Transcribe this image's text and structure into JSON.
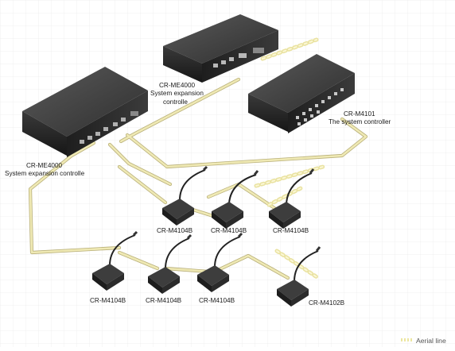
{
  "devices": {
    "expansion_top": {
      "model": "CR-ME4000",
      "desc_line1": "System expansion",
      "desc_line2": "controlle"
    },
    "expansion_left": {
      "model": "CR-ME4000",
      "desc": "System expansion controlle"
    },
    "system_controller": {
      "model": "CR-M4101",
      "desc": "The system controller"
    }
  },
  "microphones": [
    {
      "label": "CR-M4104B"
    },
    {
      "label": "CR-M4104B"
    },
    {
      "label": "CR-M4104B"
    },
    {
      "label": "CR-M4104B"
    },
    {
      "label": "CR-M4104B"
    },
    {
      "label": "CR-M4104B"
    },
    {
      "label": "CR-M4102B"
    }
  ],
  "legend": {
    "aerial_line": "Aerial line"
  },
  "colors": {
    "cable": "#e6dfa6",
    "cable_edge": "#b9b07a",
    "aerial": "#ece6a0",
    "device_dark": "#2a2a2a",
    "device_top": "#4a4a4a",
    "grid": "#e9e9e9"
  }
}
